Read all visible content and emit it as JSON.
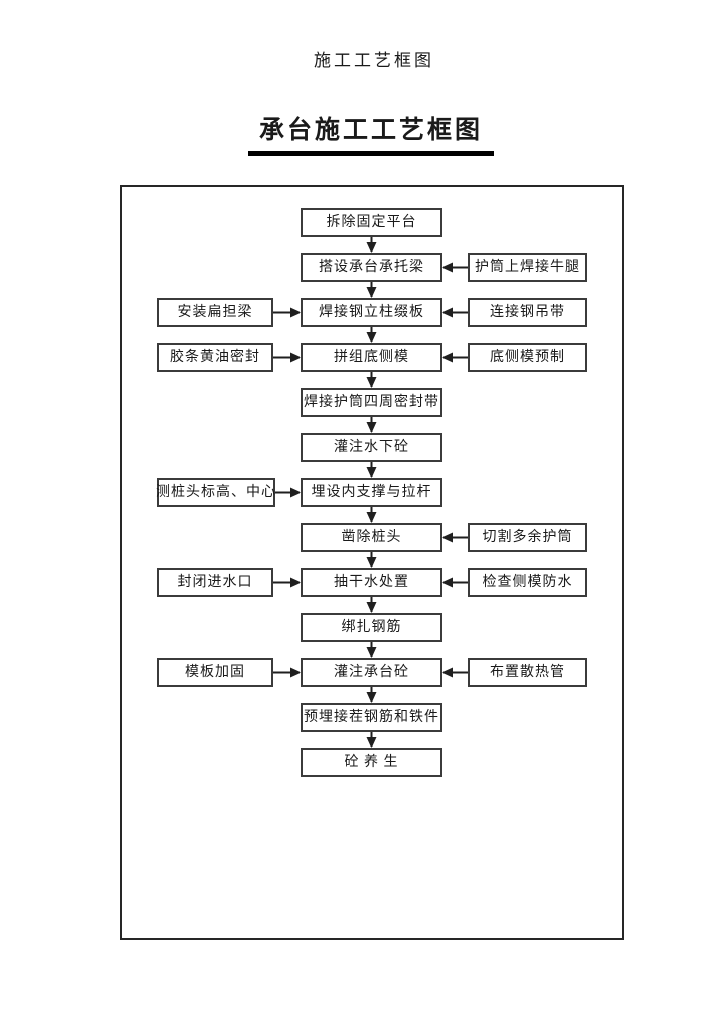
{
  "page": {
    "header": "施工工艺框图",
    "title": "承台施工工艺框图"
  },
  "colors": {
    "background": "#ffffff",
    "text": "#1a1a1a",
    "frame_border": "#262626",
    "node_border": "#3b3b3b",
    "arrow": "#1f1f1f",
    "title_underline": "#000000"
  },
  "flowchart": {
    "center_nodes": [
      {
        "label": "拆除固定平台"
      },
      {
        "label": "搭设承台承托梁"
      },
      {
        "label": "焊接钢立柱缀板"
      },
      {
        "label": "拼组底侧模"
      },
      {
        "label": "焊接护筒四周密封带"
      },
      {
        "label": "灌注水下砼"
      },
      {
        "label": "埋设内支撑与拉杆"
      },
      {
        "label": "凿除桩头"
      },
      {
        "label": "抽干水处置"
      },
      {
        "label": "绑扎钢筋"
      },
      {
        "label": "灌注承台砼"
      },
      {
        "label": "预埋接茬钢筋和铁件"
      },
      {
        "label": "砼 养 生"
      }
    ],
    "left_nodes": [
      {
        "label": "安装扁担梁",
        "points_to": "焊接钢立柱缀板"
      },
      {
        "label": "胶条黄油密封",
        "points_to": "拼组底侧模"
      },
      {
        "label": "测桩头标高、中心",
        "points_to": "埋设内支撑与拉杆"
      },
      {
        "label": "封闭进水口",
        "points_to": "抽干水处置"
      },
      {
        "label": "模板加固",
        "points_to": "灌注承台砼"
      }
    ],
    "right_nodes": [
      {
        "label": "护筒上焊接牛腿",
        "points_to": "搭设承台承托梁"
      },
      {
        "label": "连接钢吊带",
        "points_to": "焊接钢立柱缀板"
      },
      {
        "label": "底侧模预制",
        "points_to": "拼组底侧模"
      },
      {
        "label": "切割多余护筒",
        "points_to": "凿除桩头"
      },
      {
        "label": "检查侧模防水",
        "points_to": "抽干水处置"
      },
      {
        "label": "布置散热管",
        "points_to": "灌注承台砼"
      }
    ]
  }
}
